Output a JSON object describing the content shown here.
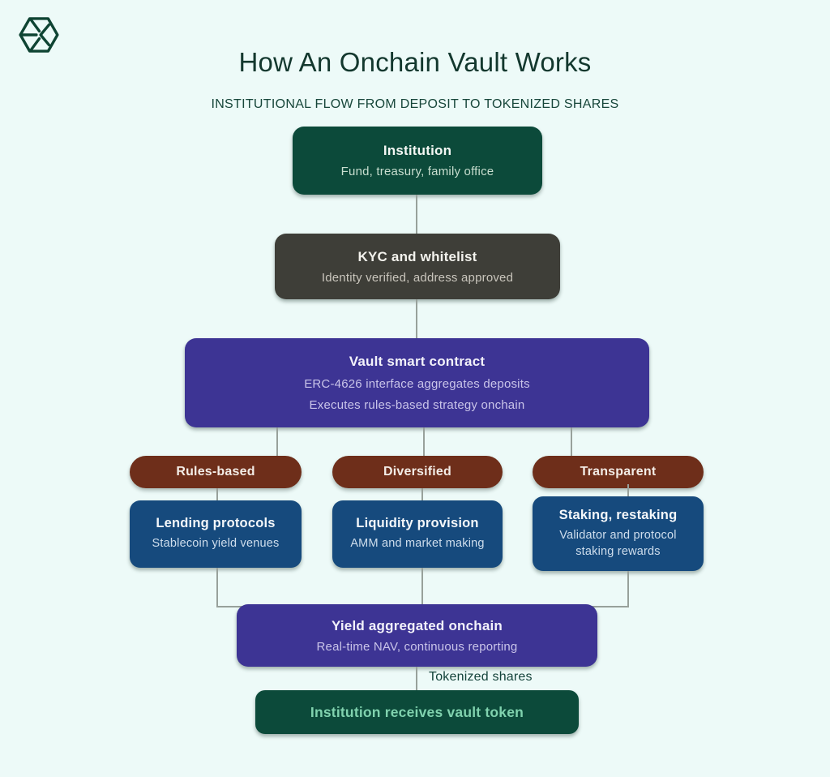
{
  "header": {
    "title": "How An Onchain Vault Works",
    "subtitle": "INSTITUTIONAL FLOW FROM DEPOSIT TO TOKENIZED SHARES"
  },
  "flow": {
    "institution": {
      "title": "Institution",
      "subtitle": "Fund, treasury, family office"
    },
    "kyc": {
      "title": "KYC and whitelist",
      "subtitle": "Identity verified, address approved"
    },
    "vault": {
      "title": "Vault smart contract",
      "line1": "ERC-4626 interface aggregates deposits",
      "line2": "Executes rules-based strategy onchain"
    },
    "pills": [
      {
        "label": "Rules-based"
      },
      {
        "label": "Diversified"
      },
      {
        "label": "Transparent"
      }
    ],
    "strategies": [
      {
        "title": "Lending protocols",
        "subtitle": "Stablecoin yield venues"
      },
      {
        "title": "Liquidity provision",
        "subtitle": "AMM and market making"
      },
      {
        "title": "Staking, restaking",
        "subtitle": "Validator and protocol staking rewards"
      }
    ],
    "yield": {
      "title": "Yield aggregated onchain",
      "subtitle": "Real-time NAV, continuous reporting"
    },
    "edge_label": "Tokenized shares",
    "result": {
      "title": "Institution receives vault token"
    }
  },
  "palette": {
    "background": "#edfaf8",
    "heading_text": "#13382e",
    "green_box": "#0c4a3a",
    "gray_box": "#3e3e38",
    "purple_box": "#3d3494",
    "brown_pill": "#6e2e1a",
    "blue_box": "#164a7d",
    "result_text": "#80d2ae",
    "connector": "#98a19b",
    "logo": "#0f4433"
  }
}
